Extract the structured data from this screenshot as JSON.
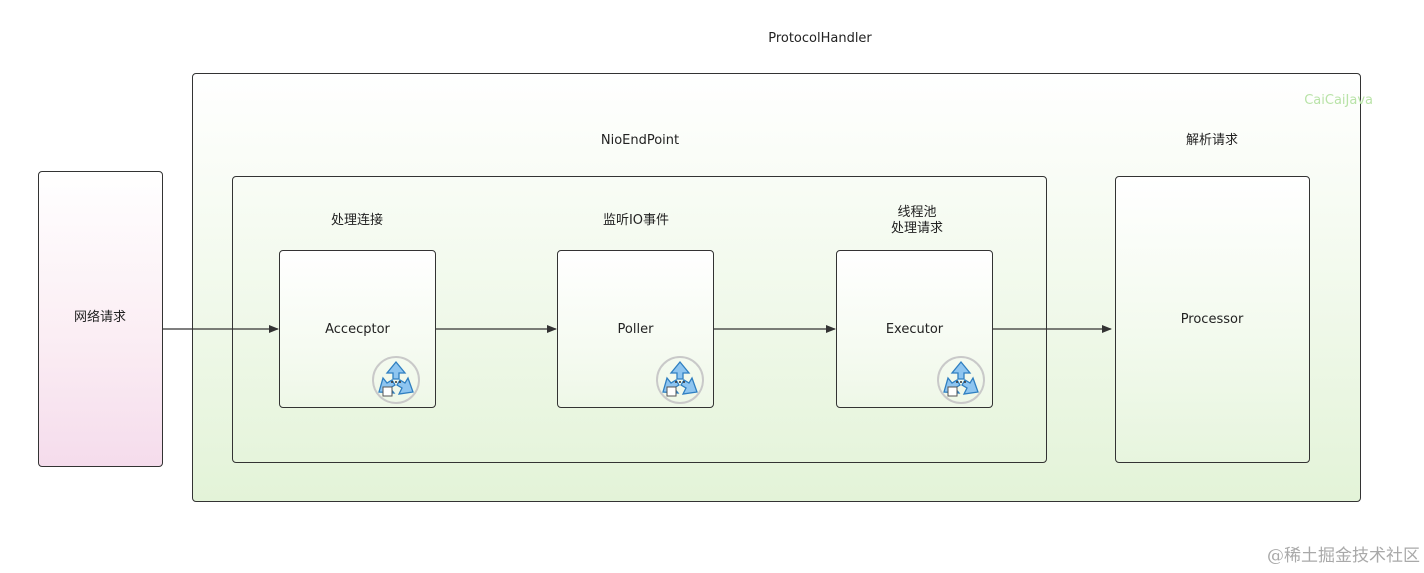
{
  "title": "ProtocolHandler",
  "watermark_inner": "CaiCaiJava",
  "watermark_site": "@稀土掘金技术社区",
  "network_request": "网络请求",
  "endpoint": "NioEndPoint",
  "parse_label": "解析请求",
  "processor": "Processor",
  "components": {
    "acceptor": {
      "caption": "处理连接",
      "name": "Accecptor"
    },
    "poller": {
      "caption": "监听IO事件",
      "name": "Poller"
    },
    "executor": {
      "caption": "线程池\n处理请求",
      "name": "Executor"
    }
  },
  "colors": {
    "outer_fill": "#e3f3d8",
    "network_fill": "#f5dcec",
    "stroke": "#333333",
    "watermark": "#b9e3a8",
    "icon": "#6fb3e8"
  },
  "icons": [
    "recycle-icon",
    "recycle-icon",
    "recycle-icon"
  ]
}
